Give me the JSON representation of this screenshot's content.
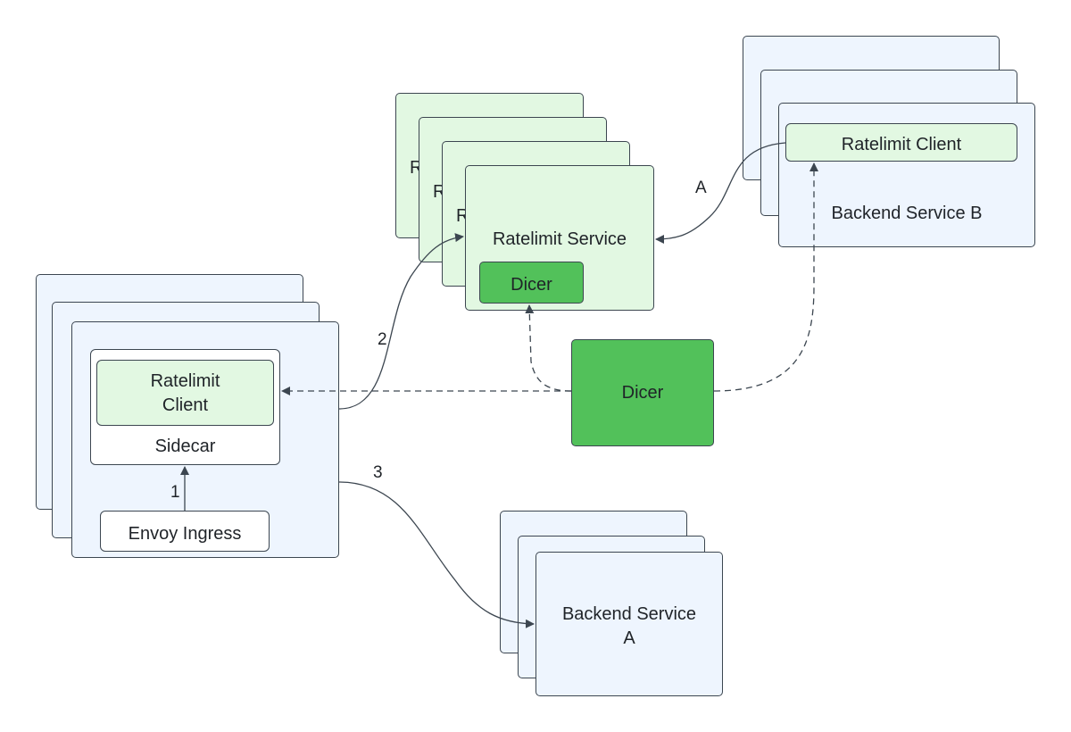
{
  "nodes": {
    "ratelimit_service": {
      "label": "Ratelimit Service",
      "peek": "R"
    },
    "ratelimit_service_dicer": {
      "label": "Dicer"
    },
    "backend_service_b": {
      "label": "Backend Service B"
    },
    "backend_service_b_client": {
      "label": "Ratelimit Client"
    },
    "sidecar_client": {
      "label_line1": "Ratelimit",
      "label_line2": "Client"
    },
    "sidecar": {
      "label": "Sidecar"
    },
    "envoy_ingress": {
      "label": "Envoy Ingress"
    },
    "dicer": {
      "label": "Dicer"
    },
    "backend_service_a": {
      "label_line1": "Backend Service",
      "label_line2": "A"
    }
  },
  "edges": {
    "edge_1": {
      "label": "1"
    },
    "edge_2": {
      "label": "2"
    },
    "edge_3": {
      "label": "3"
    },
    "edge_a": {
      "label": "A"
    }
  },
  "colors": {
    "blue_fill": "#eef5fe",
    "light_green_fill": "#e2f8e2",
    "dark_green_fill": "#52c15a",
    "stroke": "#3c4650"
  }
}
